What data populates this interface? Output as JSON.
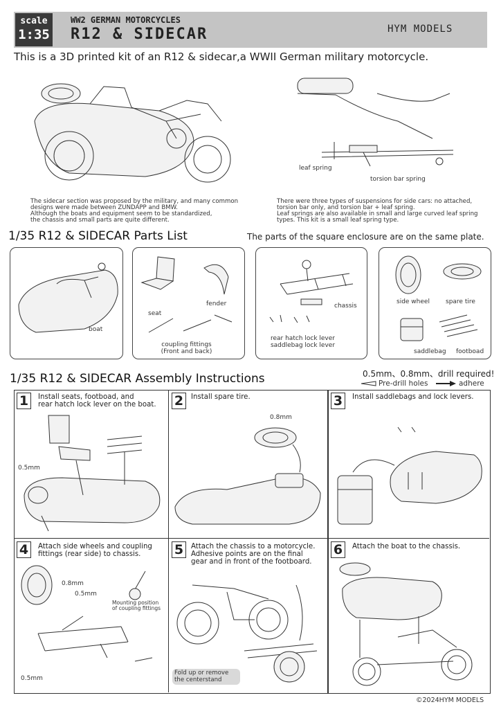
{
  "header": {
    "scale_label": "scale",
    "scale_value": "1:35",
    "subtitle": "WW2 GERMAN MOTORCYCLES",
    "title": "R12 & SIDECAR",
    "brand": "HYM MODELS"
  },
  "intro": "This is a 3D printed kit of an R12 & sidecar,a WWII German military motorcycle.",
  "notes": {
    "left": [
      "The sidecar section was proposed by the military, and many common",
      "designs were made between ZUNDAPP and BMW.",
      "Although the boats and equipment seem to be standardized,",
      "the chassis and small parts are quite different."
    ],
    "right": [
      "There were three types of suspensions for side cars: no attached,",
      "torsion bar only, and torsion bar + leaf spring.",
      "Leaf springs are also available in small and large curved leaf spring",
      "types. This kit is a small leaf spring type."
    ],
    "leaf_spring": "leaf spring",
    "torsion_bar_spring": "torsion bar spring"
  },
  "parts_list": {
    "heading": "1/35  R12  & SIDECAR  Parts List",
    "note": "The parts of the square enclosure are on the same plate.",
    "boat": "boat",
    "seat": "seat",
    "fender": "fender",
    "coupling_1": "coupling fittings",
    "coupling_2": "(Front and back)",
    "chassis": "chassis",
    "lock_1": "rear hatch lock lever",
    "lock_2": "saddlebag lock lever",
    "side_wheel": "side wheel",
    "spare_tire": "spare tire",
    "saddlebag": "saddlebag",
    "footboad": "footboad"
  },
  "assembly": {
    "heading": "1/35  R12  & SIDECAR  Assembly Instructions",
    "drill_note": "0.5mm、0.8mm、drill required!",
    "predrill": "Pre-drill holes",
    "adhere": "adhere",
    "steps": [
      {
        "num": "1",
        "lines": [
          "Install seats, footboad, and",
          "rear hatch lock lever on the boat."
        ],
        "dim": "0.5mm"
      },
      {
        "num": "2",
        "lines": [
          "Install spare tire."
        ],
        "dim": "0.8mm"
      },
      {
        "num": "3",
        "lines": [
          "Install saddlebags and lock levers."
        ]
      },
      {
        "num": "4",
        "lines": [
          "Attach side wheels and coupling",
          "fittings (rear side) to chassis."
        ],
        "dim_a": "0.8mm",
        "dim_b": "0.5mm",
        "dim_c": "0.5mm",
        "mount_1": "Mounting position",
        "mount_2": "of coupling fittings"
      },
      {
        "num": "5",
        "lines": [
          "Attach the chassis to a motorcycle.",
          "Adhesive points are on the final",
          "gear and in front of the footboard."
        ],
        "fold_1": "Fold up or remove",
        "fold_2": "the centerstand"
      },
      {
        "num": "6",
        "lines": [
          "Attach the boat to the chassis."
        ]
      }
    ]
  },
  "footer": "©2024HYM MODELS"
}
